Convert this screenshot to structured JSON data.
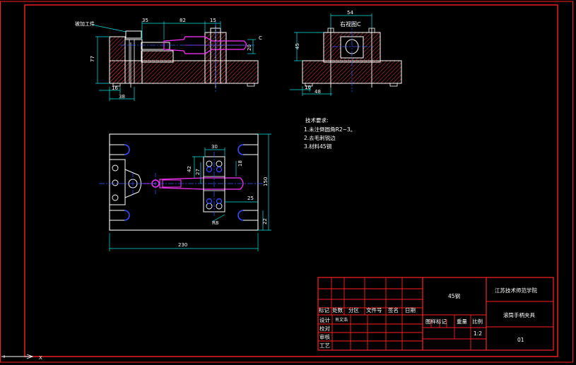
{
  "colors": {
    "background": "#000000",
    "frame": "#ff2020",
    "outline": "#ffffff",
    "dimension": "#00e5e5",
    "hatch": "#c23b3b",
    "handle": "#ff33ff",
    "holes": "#3a4dff",
    "centerline": "#3a5cff",
    "titleblock": "#ff2020"
  },
  "front_view": {
    "label_part": "被加工件",
    "dims": {
      "d35": "35",
      "d82": "82",
      "d15": "15",
      "d20": "20",
      "d77": "77",
      "d16": "16",
      "d38": "38",
      "sect": "C"
    }
  },
  "side_view": {
    "label": "右视图C",
    "dims": {
      "d54": "54",
      "d45": "45",
      "d10": "10",
      "d48": "48"
    }
  },
  "top_view": {
    "dims": {
      "d30": "30",
      "d42": "42",
      "d27": "27",
      "d18": "18",
      "d150": "150",
      "d25": "25",
      "d22": "22",
      "d230": "230",
      "r": "R8"
    }
  },
  "tech_requirements": {
    "title": "技术要求:",
    "items": [
      "1.未注倒圆角R2~3。",
      "2.去毛刺锐边",
      "3.材料45钢"
    ]
  },
  "title_block": {
    "material": "45钢",
    "school": "江苏技术师范学院",
    "drawing_name": "滚筒手柄夹具",
    "drawing_no": "01",
    "scale": "1:2",
    "header_cells": [
      "标记",
      "处数",
      "分区",
      "文件号",
      "签名",
      "日期"
    ],
    "role_labels": [
      "设计",
      "校对",
      "审核",
      "工艺"
    ],
    "designer": "肖文浩",
    "stage_mark": "图样标记",
    "weight": "重量",
    "ratio": "比例"
  },
  "ucs": {
    "x_label": "X"
  }
}
